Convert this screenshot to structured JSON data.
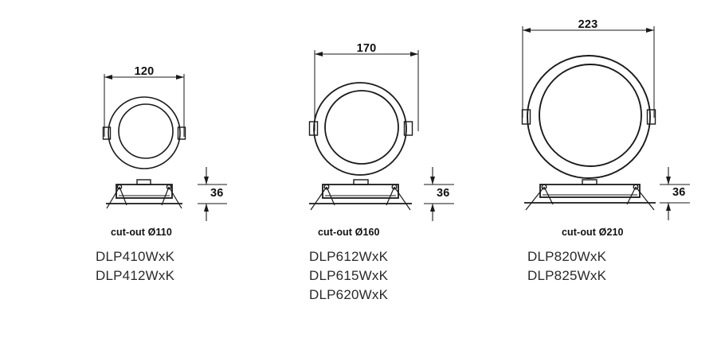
{
  "document": {
    "type": "technical-dimension-drawing",
    "title": "LED downlight dimensional drawings",
    "units": "mm",
    "background_color": "#ffffff",
    "line_color": "#1a1a1a"
  },
  "products": [
    {
      "id": "small",
      "outer_diameter_label": "120",
      "height_label": "36",
      "cutout_label": "cut-out Ø110",
      "models": [
        "DLP410WxK",
        "DLP412WxK"
      ]
    },
    {
      "id": "medium",
      "outer_diameter_label": "170",
      "height_label": "36",
      "cutout_label": "cut-out Ø160",
      "models": [
        "DLP612WxK",
        "DLP615WxK",
        "DLP620WxK"
      ]
    },
    {
      "id": "large",
      "outer_diameter_label": "223",
      "height_label": "36",
      "cutout_label": "cut-out Ø210",
      "models": [
        "DLP820WxK",
        "DLP825WxK"
      ]
    }
  ]
}
